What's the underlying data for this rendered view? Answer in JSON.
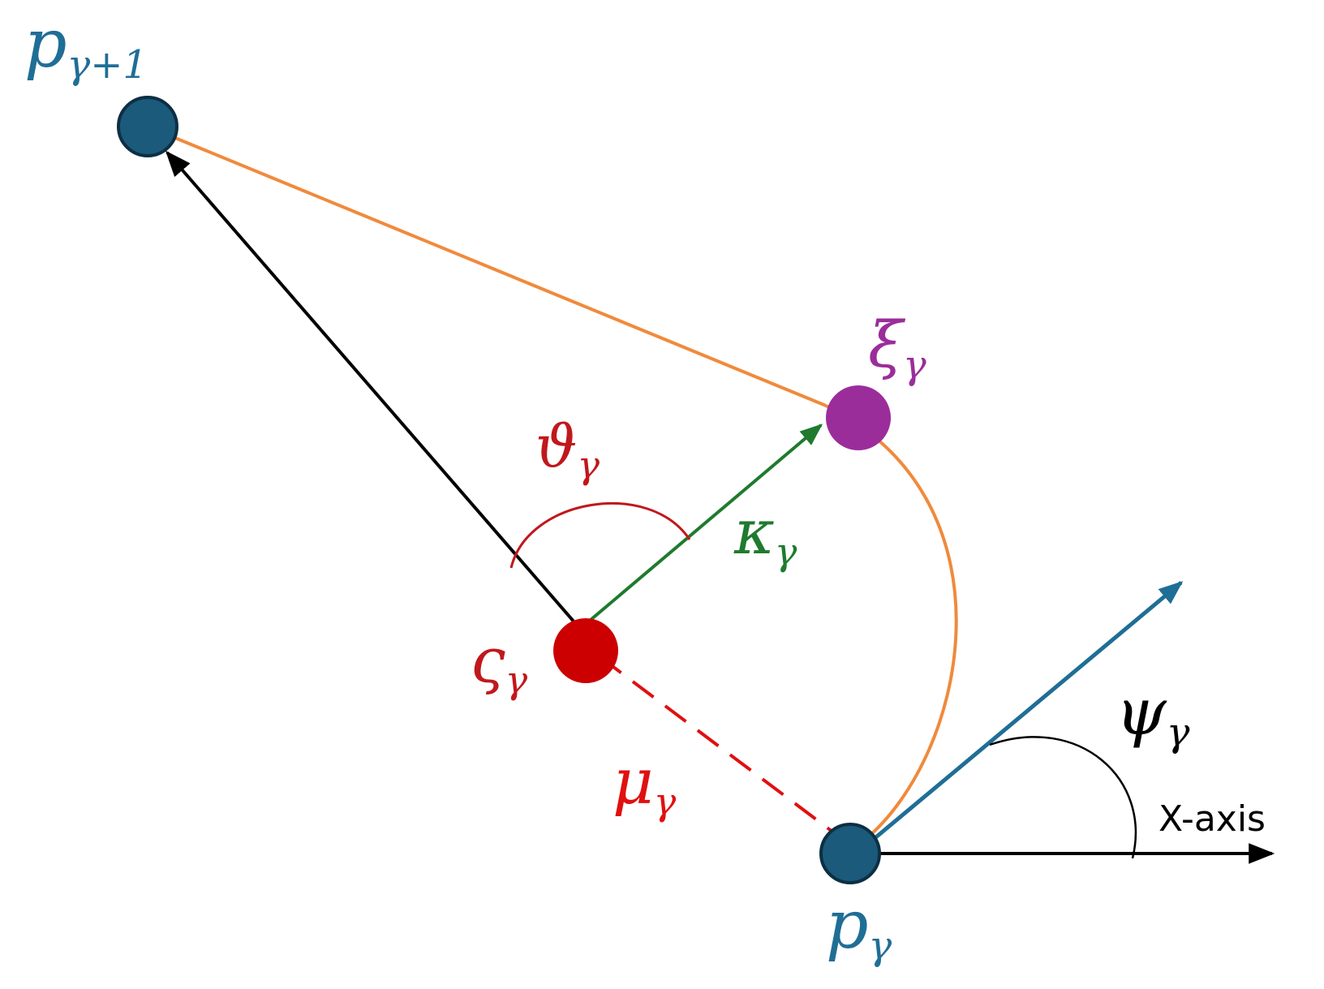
{
  "labels": {
    "p_next": {
      "base": "p",
      "sub": "γ+1"
    },
    "p_cur": {
      "base": "p",
      "sub": "γ"
    },
    "xi": {
      "base": "ξ",
      "sub": "γ"
    },
    "theta": {
      "base": "ϑ",
      "sub": "γ"
    },
    "kappa": {
      "base": "κ",
      "sub": "γ"
    },
    "varsigma": {
      "base": "ς",
      "sub": "γ"
    },
    "mu": {
      "base": "μ",
      "sub": "γ"
    },
    "psi": {
      "base": "ψ",
      "sub": "γ"
    },
    "x_axis": "X-axis"
  },
  "colors": {
    "point_blue": "#1b5a7a",
    "heading_blue": "#1f6e96",
    "orange": "#f08a3c",
    "red": "#cc0000",
    "label_red": "#c0181c",
    "green": "#1f7a2e",
    "purple": "#9b2d9b",
    "black": "#000000"
  }
}
